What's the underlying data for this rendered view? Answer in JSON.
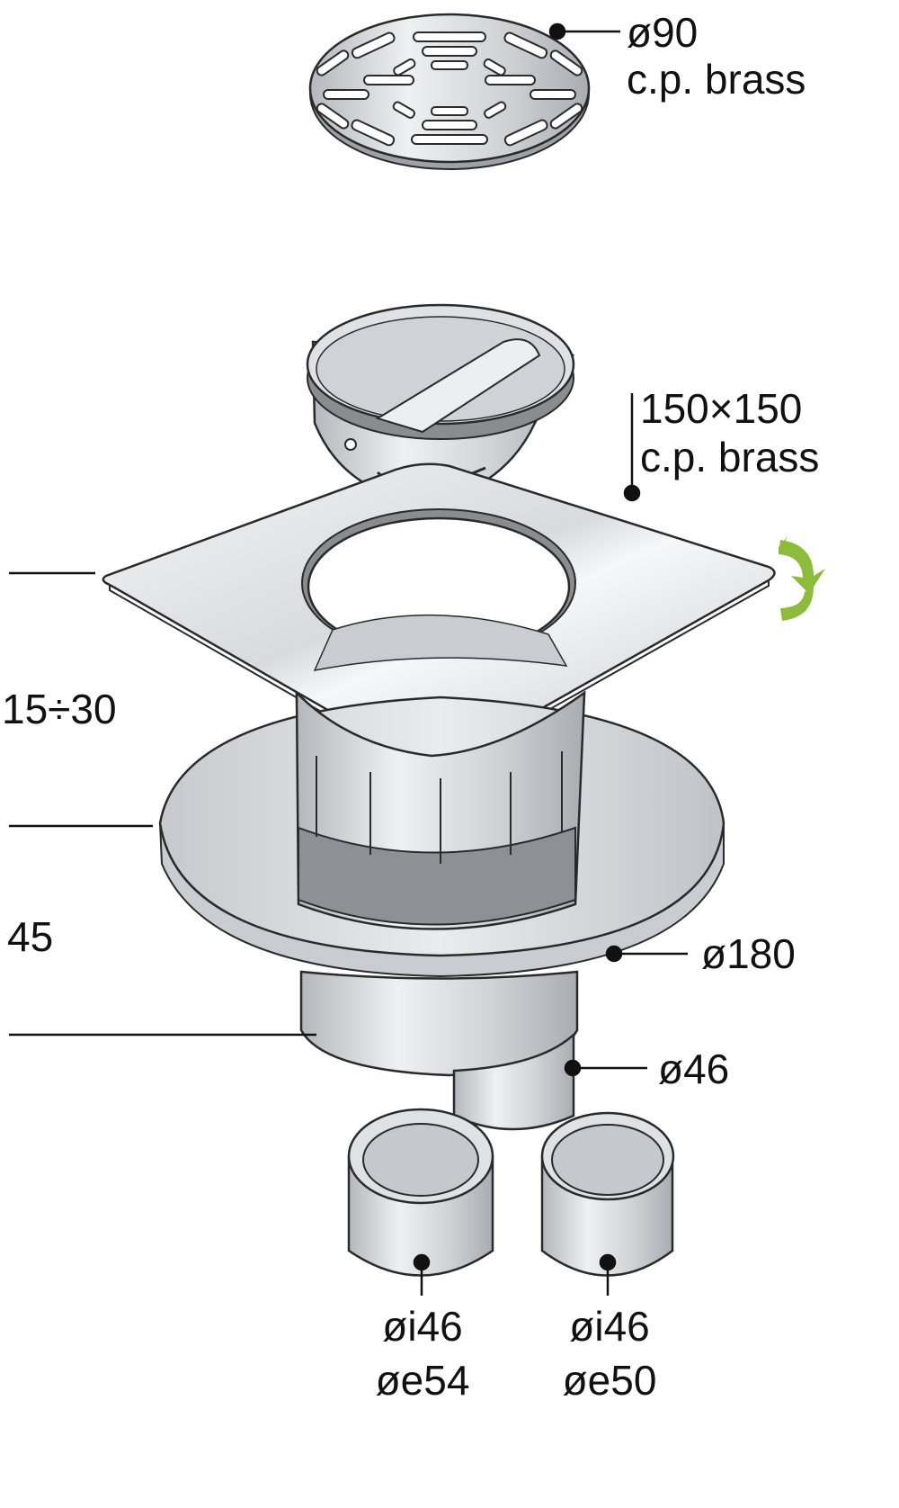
{
  "labels": {
    "grate_diameter": "ø90",
    "grate_material": "c.p. brass",
    "plate_size": "150×150",
    "plate_material": "c.p. brass",
    "adjust_range": "15÷30",
    "body_height": "45",
    "flange_diameter": "ø180",
    "outlet_diameter": "ø46",
    "adapter_left_inner": "øi46",
    "adapter_left_outer": "øe54",
    "adapter_right_inner": "øi46",
    "adapter_right_outer": "øe50"
  },
  "icons": {
    "rotate": "rotate-arrows-icon"
  },
  "colors": {
    "metal_light": "#e6e8ea",
    "metal_mid": "#c9ccd0",
    "metal_dark": "#a8acb1",
    "gasket": "#8a8c8f",
    "outline": "#2a2a2a",
    "rotate_arrow": "#8dbb3c"
  }
}
